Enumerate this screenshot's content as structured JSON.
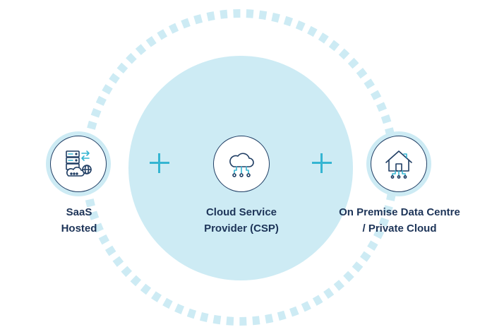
{
  "diagram": {
    "colors": {
      "ring": "#cdebf4",
      "center_fill": "#cdebf4",
      "icon_stroke": "#1f3d63",
      "icon_accent": "#35b5d2",
      "plus": "#35b5d2",
      "label": "#1d3458"
    },
    "nodes": [
      {
        "icon": "saas-server-cloud-icon",
        "label_lines": [
          "SaaS",
          "Hosted"
        ]
      },
      {
        "icon": "cloud-network-icon",
        "label_lines": [
          "Cloud Service",
          "Provider (CSP)"
        ]
      },
      {
        "icon": "home-network-icon",
        "label_lines": [
          "On Premise Data Centre",
          "/ Private Cloud"
        ]
      }
    ],
    "connectors": [
      "plus",
      "plus"
    ]
  }
}
